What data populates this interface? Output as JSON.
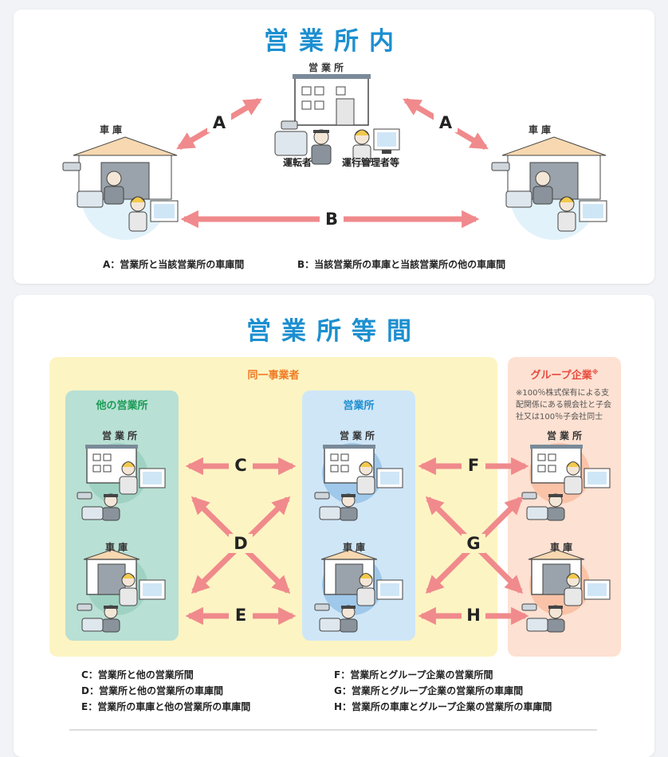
{
  "section1": {
    "title": "営業所内",
    "office_label": "営業所",
    "garage_left_label": "車庫",
    "garage_right_label": "車庫",
    "driver_label": "運転者",
    "manager_label": "運行管理者等",
    "arrow_a_left": "A",
    "arrow_a_right": "A",
    "arrow_b": "B",
    "caption_a": "A：営業所と当該営業所の車庫間",
    "caption_b": "B：当該営業所の車庫と当該営業所の他の車庫間"
  },
  "section2": {
    "title": "営業所等間",
    "same_operator_label": "同一事業者",
    "other_office_zone": "他の営業所",
    "office_zone": "営業所",
    "group_zone": "グループ企業",
    "group_zone_mark": "※",
    "group_note": [
      "※100％株式保有による支",
      "配関係にある親会社と子会",
      "社又は100％子会社同士"
    ],
    "other_office_label": "営業所",
    "other_garage_label": "車庫",
    "office_label": "営業所",
    "garage_label": "車庫",
    "group_office_label": "営業所",
    "group_garage_label": "車庫",
    "arrows": {
      "c": "C",
      "d": "D",
      "e": "E",
      "f": "F",
      "g": "G",
      "h": "H"
    },
    "legend_left": [
      "C：営業所と他の営業所間",
      "D：営業所と他の営業所の車庫間",
      "E：営業所の車庫と他の営業所の車庫間"
    ],
    "legend_right": [
      "F：営業所とグループ企業の営業所間",
      "G：営業所とグループ企業の営業所の車庫間",
      "H：営業所の車庫とグループ企業の営業所の車庫間"
    ]
  },
  "colors": {
    "title_blue": "#1c8fd0",
    "arrow_pink": "#f08a8c",
    "same_operator_bg": "#fdf4c3",
    "other_office_bg": "#b9e0d4",
    "office_bg": "#cfe6f7",
    "group_bg": "#fde1d2",
    "green_text": "#1a9b55",
    "orange_text": "#f07a24",
    "blue_text": "#1c8fd0",
    "red_text": "#e84a3c"
  }
}
